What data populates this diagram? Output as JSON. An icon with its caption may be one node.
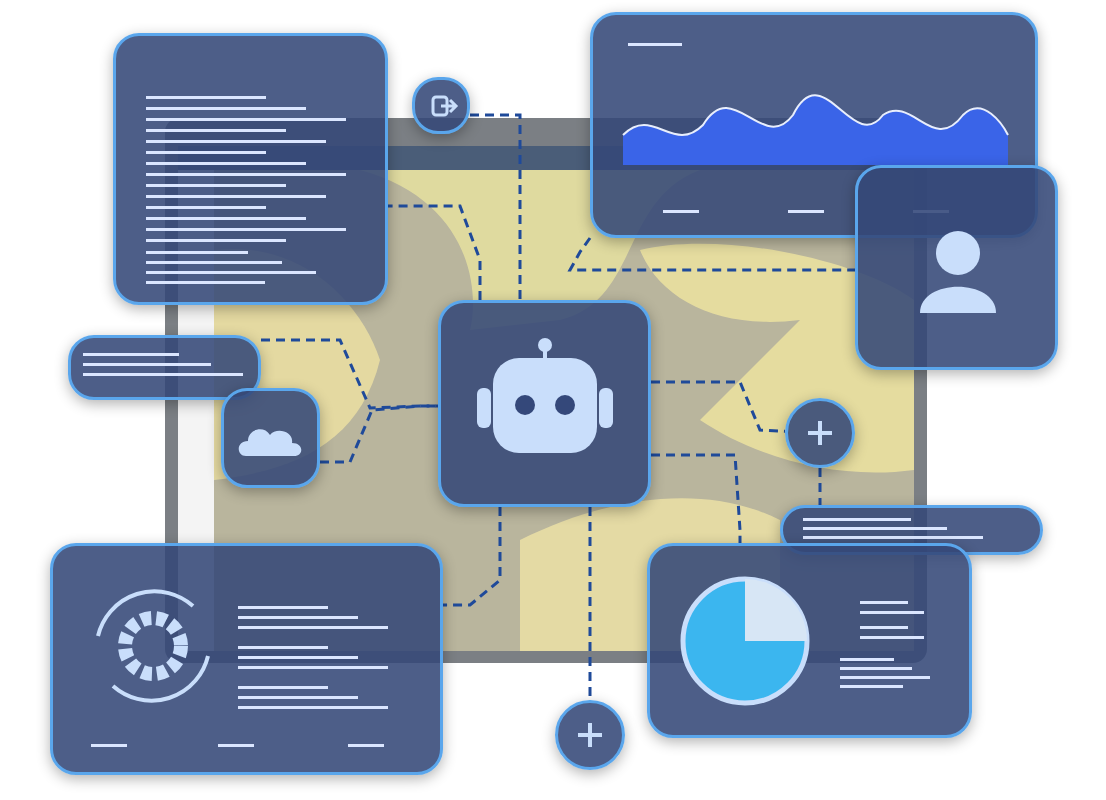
{
  "diagram": {
    "nodes": [
      {
        "text": [],
        "shape": "box"
      },
      {
        "text": [],
        "shape": "box"
      },
      {
        "text": [],
        "shape": "box"
      },
      {
        "text": [],
        "shape": "box"
      },
      {
        "text": [],
        "shape": "box"
      },
      {
        "text": [],
        "shape": "box"
      },
      {
        "text": [],
        "shape": "box"
      },
      {
        "text": [],
        "shape": "circle"
      },
      {
        "text": [],
        "shape": "box"
      },
      {
        "text": [],
        "shape": "box"
      },
      {
        "text": [],
        "shape": "circle"
      },
      {
        "text": [],
        "shape": "box"
      }
    ],
    "edges": [
      {
        "from": 6,
        "to": 0,
        "arrow": "none",
        "style": "dashed"
      },
      {
        "from": 1,
        "to": 6,
        "arrow": "none",
        "style": "dashed"
      },
      {
        "from": 2,
        "to": 3,
        "arrow": "none",
        "style": "dashed"
      },
      {
        "from": 4,
        "to": 6,
        "arrow": "none",
        "style": "dashed"
      },
      {
        "from": 5,
        "to": 6,
        "arrow": "none",
        "style": "dashed"
      },
      {
        "from": 6,
        "to": 7,
        "arrow": "none",
        "style": "dashed"
      },
      {
        "from": 7,
        "to": 8,
        "arrow": "none",
        "style": "dashed"
      },
      {
        "from": 6,
        "to": 11,
        "arrow": "none",
        "style": "dashed"
      },
      {
        "from": 6,
        "to": 9,
        "arrow": "none",
        "style": "dashed"
      },
      {
        "from": 6,
        "to": 10,
        "arrow": "none",
        "style": "dashed"
      }
    ]
  }
}
